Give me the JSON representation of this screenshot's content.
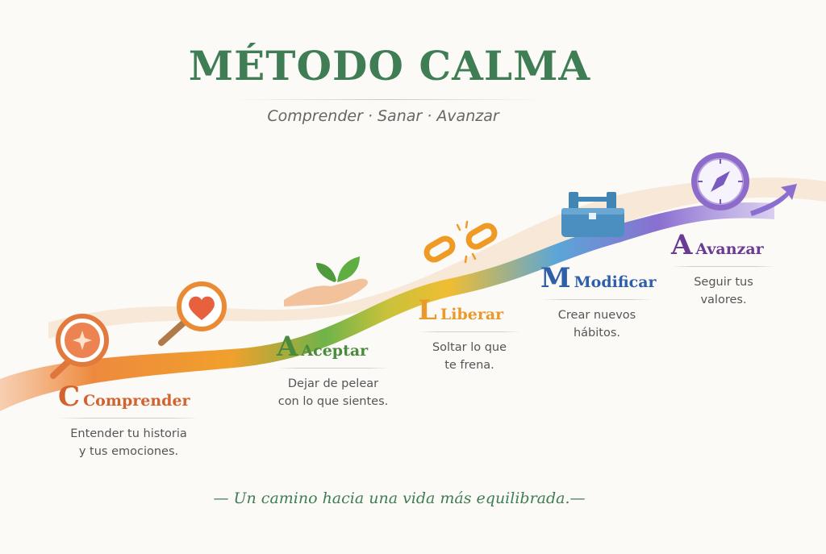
{
  "header": {
    "title": "MÉTODO CALMA",
    "subtitle": "Comprender · Sanar · Avanzar"
  },
  "steps": [
    {
      "letter": "C",
      "label": "Comprender",
      "description": "Entender tu historia\ny tus emociones.",
      "color": "#d2632f",
      "icon": "magnifier-sparkle-icon"
    },
    {
      "letter": "A",
      "label": "Aceptar",
      "description": "Dejar de pelear\ncon lo que sientes.",
      "color": "#4a8a3c",
      "icon": "hand-plant-icon"
    },
    {
      "letter": "L",
      "label": "Liberar",
      "description": "Soltar lo que\nte frena.",
      "color": "#e99a2a",
      "icon": "broken-chain-icon"
    },
    {
      "letter": "M",
      "label": "Modificar",
      "description": "Crear nuevos\nhábitos.",
      "color": "#2f5fa8",
      "icon": "toolbox-icon"
    },
    {
      "letter": "A",
      "label": "Avanzar",
      "description": "Seguir tus\nvalores.",
      "color": "#6b3a93",
      "icon": "compass-icon"
    }
  ],
  "footer": "— Un camino hacia una vida más equilibrada.—"
}
